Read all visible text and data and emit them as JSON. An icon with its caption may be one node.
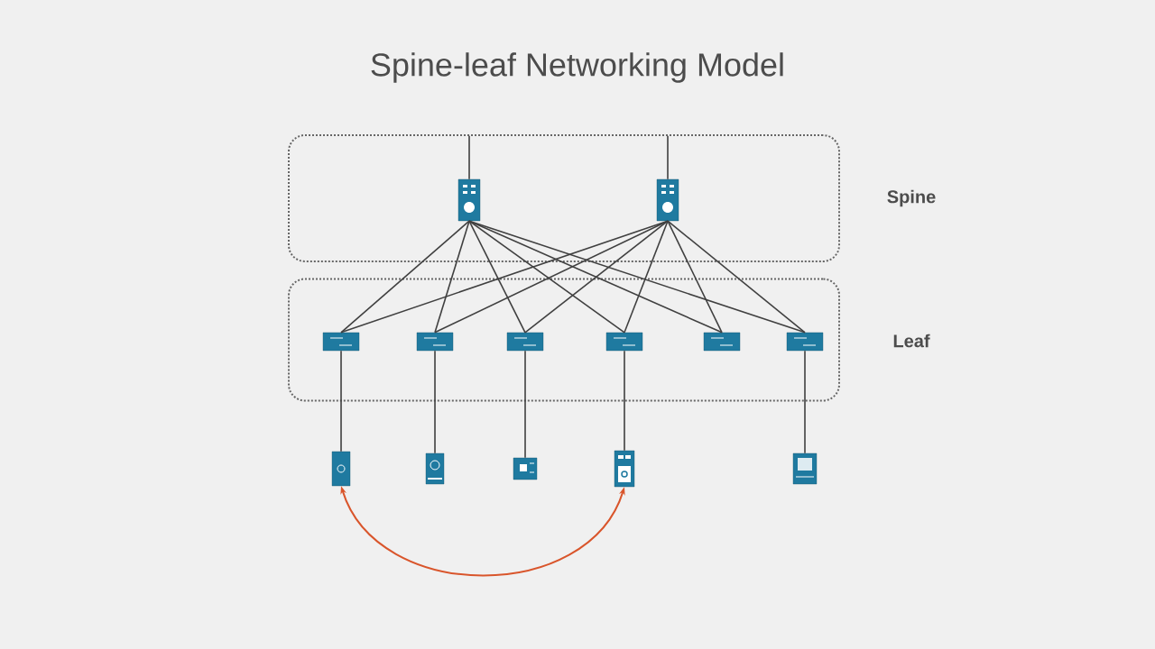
{
  "diagram": {
    "title": "Spine-leaf Networking Model",
    "nodes": [
      {
        "text": [
          "Spine"
        ]
      },
      {
        "text": [
          "Leaf"
        ]
      },
      {
        "text": [],
        "shape": "picture",
        "in": 0
      },
      {
        "text": [],
        "shape": "picture",
        "in": 0
      },
      {
        "text": [],
        "shape": "picture",
        "in": 1
      },
      {
        "text": [],
        "shape": "picture",
        "in": 1
      },
      {
        "text": [],
        "shape": "picture",
        "in": 1
      },
      {
        "text": [],
        "shape": "picture",
        "in": 1
      },
      {
        "text": [],
        "shape": "picture",
        "in": 1
      },
      {
        "text": [],
        "shape": "picture",
        "in": 1
      },
      {
        "text": [],
        "shape": "picture"
      },
      {
        "text": [],
        "shape": "picture"
      },
      {
        "text": [],
        "shape": "picture"
      },
      {
        "text": [],
        "shape": "picture"
      },
      {
        "text": [],
        "shape": "picture"
      }
    ],
    "edges": [
      {
        "from": null,
        "to": 2,
        "arrow": "none"
      },
      {
        "from": null,
        "to": 3,
        "arrow": "none"
      },
      {
        "from": 2,
        "to": 4,
        "arrow": "none"
      },
      {
        "from": 2,
        "to": 5,
        "arrow": "none"
      },
      {
        "from": 2,
        "to": 6,
        "arrow": "none"
      },
      {
        "from": 2,
        "to": 7,
        "arrow": "none"
      },
      {
        "from": 2,
        "to": 8,
        "arrow": "none"
      },
      {
        "from": 2,
        "to": 9,
        "arrow": "none"
      },
      {
        "from": 3,
        "to": 4,
        "arrow": "none"
      },
      {
        "from": 3,
        "to": 5,
        "arrow": "none"
      },
      {
        "from": 3,
        "to": 6,
        "arrow": "none"
      },
      {
        "from": 3,
        "to": 7,
        "arrow": "none"
      },
      {
        "from": 3,
        "to": 8,
        "arrow": "none"
      },
      {
        "from": 3,
        "to": 9,
        "arrow": "none"
      },
      {
        "from": 4,
        "to": 10,
        "arrow": "none"
      },
      {
        "from": 5,
        "to": 11,
        "arrow": "none"
      },
      {
        "from": 6,
        "to": 12,
        "arrow": "none"
      },
      {
        "from": 7,
        "to": 13,
        "arrow": "none"
      },
      {
        "from": 9,
        "to": 14,
        "arrow": "none"
      },
      {
        "from": 10,
        "to": 13,
        "arrow": "both",
        "color": "#d9552b"
      }
    ]
  }
}
